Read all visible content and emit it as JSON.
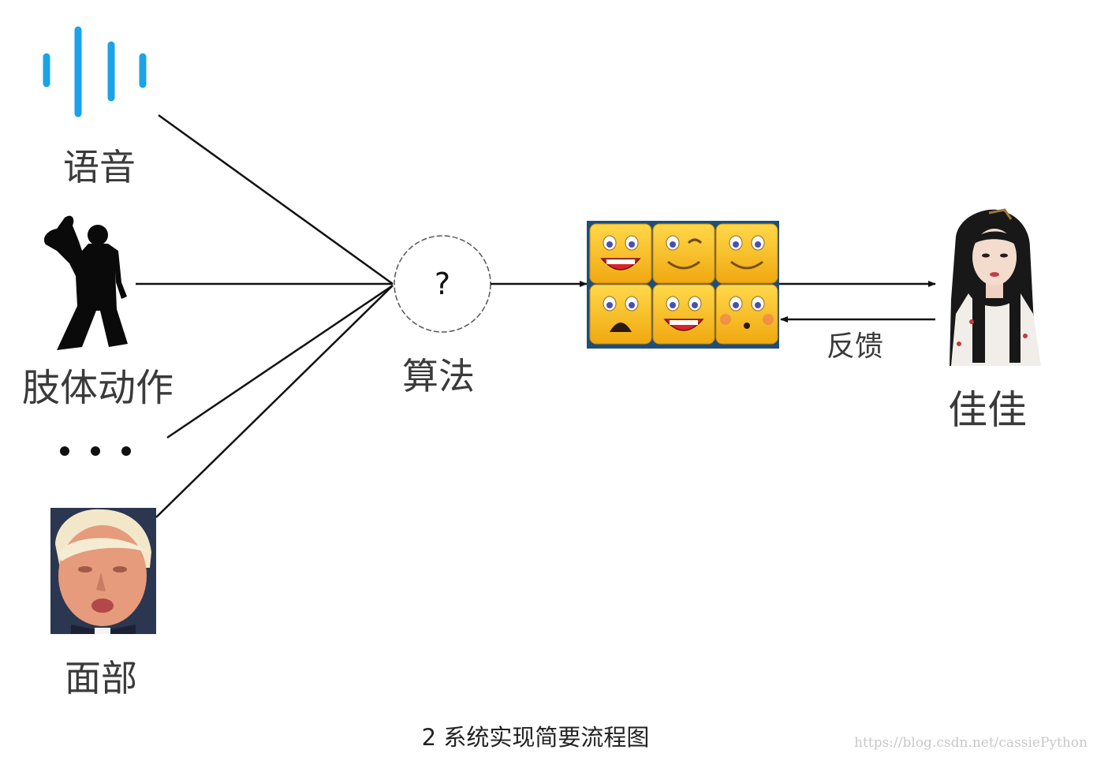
{
  "diagram": {
    "inputs": {
      "voice": {
        "label": "语音",
        "icon": "voice-waveform-icon"
      },
      "body": {
        "label": "肢体动作",
        "icon": "body-silhouette-icon"
      },
      "more": {
        "icon": "ellipsis-icon"
      },
      "face": {
        "label": "面部",
        "icon": "face-photo"
      }
    },
    "algorithm": {
      "symbol": "?",
      "label": "算法"
    },
    "expressions": {
      "icon": "emoji-grid",
      "faces": [
        "laughing",
        "winking",
        "smiling",
        "shocked",
        "grinning",
        "blushing"
      ],
      "colors": {
        "face": "#f5c518",
        "frame": "#1f4e78"
      }
    },
    "robot": {
      "label": "佳佳",
      "icon": "character-portrait"
    },
    "feedback": {
      "label": "反馈"
    }
  },
  "caption": "2 系统实现简要流程图",
  "watermark": "https://blog.csdn.net/cassiePython"
}
